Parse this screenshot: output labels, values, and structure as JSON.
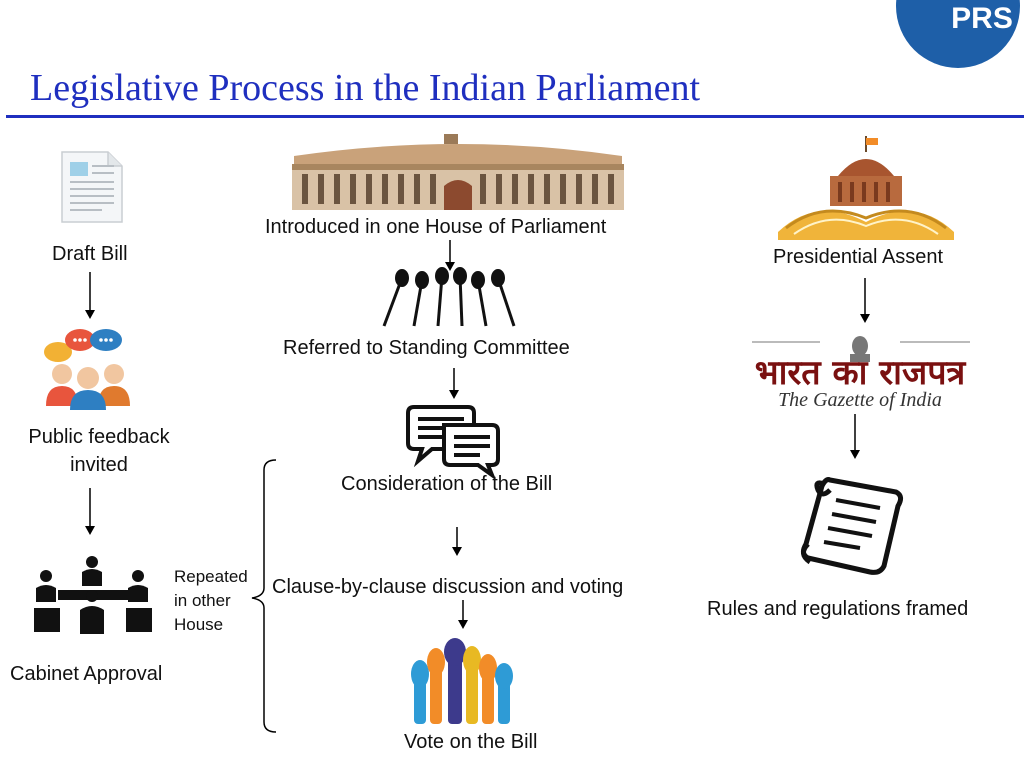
{
  "header": {
    "title": "Legislative Process in the Indian Parliament",
    "logo_text": "PRS"
  },
  "left_column": {
    "draft_bill": "Draft Bill",
    "public_feedback_line1": "Public feedback",
    "public_feedback_line2": "invited",
    "cabinet_approval": "Cabinet Approval"
  },
  "center_column": {
    "introduced": "Introduced in one House of Parliament",
    "referred": "Referred to Standing Committee",
    "consideration": "Consideration of the Bill",
    "clause": "Clause-by-clause discussion and voting",
    "vote": "Vote on the Bill"
  },
  "repeated": {
    "line1": "Repeated",
    "line2": "in other",
    "line3": "House"
  },
  "right_column": {
    "presidential_assent": "Presidential Assent",
    "gazette_hindi": "भारत का राजपत्र",
    "gazette_english": "The Gazette of India",
    "rules": "Rules and regulations framed"
  },
  "colors": {
    "title": "#1f2fbf",
    "logo_circle": "#1e5fa8",
    "building": "#c9a27a",
    "hands": [
      "#2e9bd6",
      "#f28c28",
      "#e8b923",
      "#3d3a8c"
    ]
  }
}
